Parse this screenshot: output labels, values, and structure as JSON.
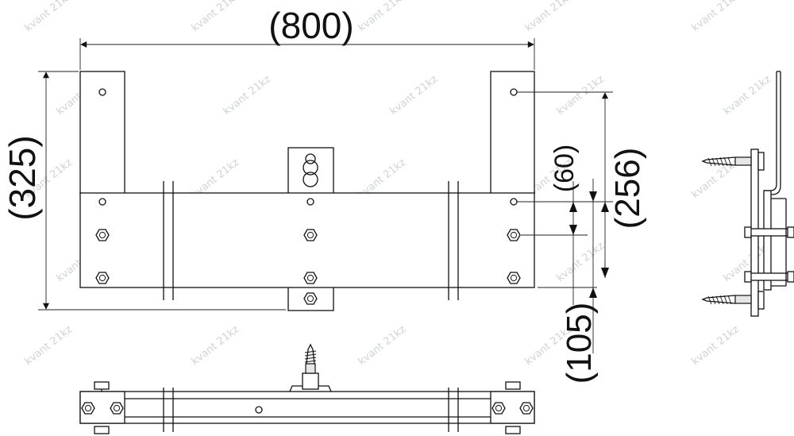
{
  "drawing": {
    "title": "",
    "dimensions": {
      "width_total": "(800)",
      "height_total": "(325)",
      "hole_spacing": "(256)",
      "offset_small": "(60)",
      "offset_bottom": "(105)"
    },
    "watermark": "kvant 21kz",
    "colors": {
      "line": "#111111",
      "fill": "#ffffff",
      "accent": "#e6e6e6",
      "watermark": "#cfd3d6"
    }
  }
}
